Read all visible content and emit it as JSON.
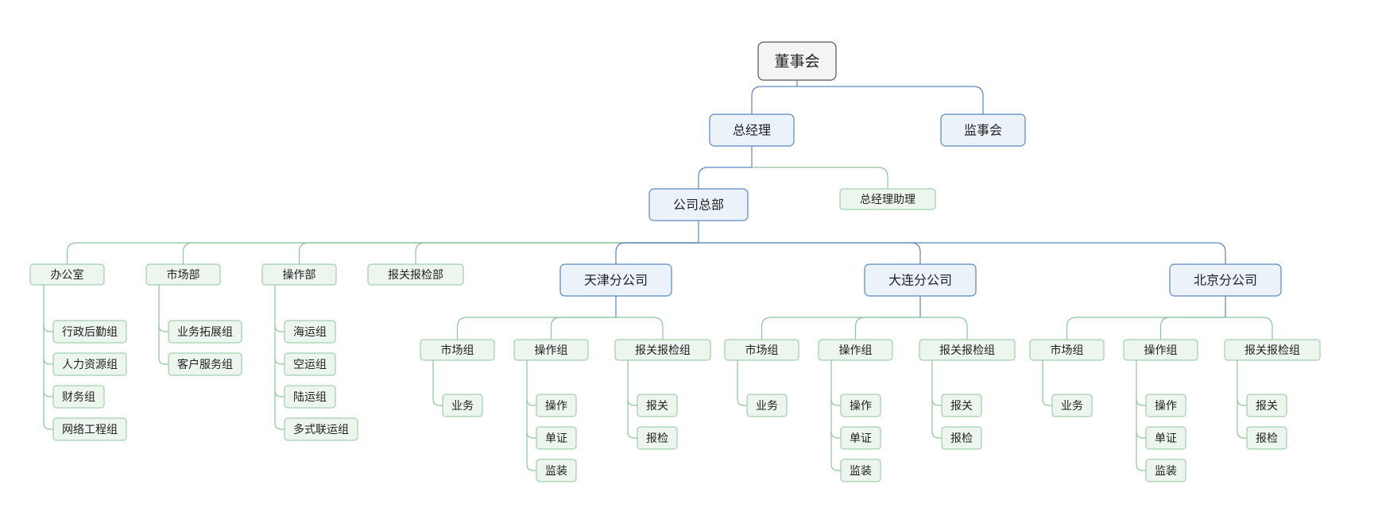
{
  "colors": {
    "root_fill": "#f4f4f4",
    "root_stroke": "#555555",
    "main_fill": "#ecf2fa",
    "main_stroke": "#5b86c0",
    "main_line": "#5b86c0",
    "sub_fill": "#edf6ee",
    "sub_stroke": "#8cc79b",
    "sub_line": "#8cc79b",
    "text": "#222222"
  },
  "nodes": {
    "root": "董事会",
    "gm": "总经理",
    "supervisors": "监事会",
    "hq": "公司总部",
    "gm_assistant": "总经理助理",
    "office": "办公室",
    "office_children": [
      "行政后勤组",
      "人力资源组",
      "财务组",
      "网络工程组"
    ],
    "marketing": "市场部",
    "marketing_children": [
      "业务拓展组",
      "客户服务组"
    ],
    "operations": "操作部",
    "operations_children": [
      "海运组",
      "空运组",
      "陆运组",
      "多式联运组"
    ],
    "customs": "报关报检部",
    "branches": [
      {
        "name": "天津分公司",
        "groups": [
          {
            "name": "市场组",
            "items": [
              "业务"
            ]
          },
          {
            "name": "操作组",
            "items": [
              "操作",
              "单证",
              "监装"
            ]
          },
          {
            "name": "报关报检组",
            "items": [
              "报关",
              "报检"
            ]
          }
        ]
      },
      {
        "name": "大连分公司",
        "groups": [
          {
            "name": "市场组",
            "items": [
              "业务"
            ]
          },
          {
            "name": "操作组",
            "items": [
              "操作",
              "单证",
              "监装"
            ]
          },
          {
            "name": "报关报检组",
            "items": [
              "报关",
              "报检"
            ]
          }
        ]
      },
      {
        "name": "北京分公司",
        "groups": [
          {
            "name": "市场组",
            "items": [
              "业务"
            ]
          },
          {
            "name": "操作组",
            "items": [
              "操作",
              "单证",
              "监装"
            ]
          },
          {
            "name": "报关报检组",
            "items": [
              "报关",
              "报检"
            ]
          }
        ]
      }
    ]
  }
}
